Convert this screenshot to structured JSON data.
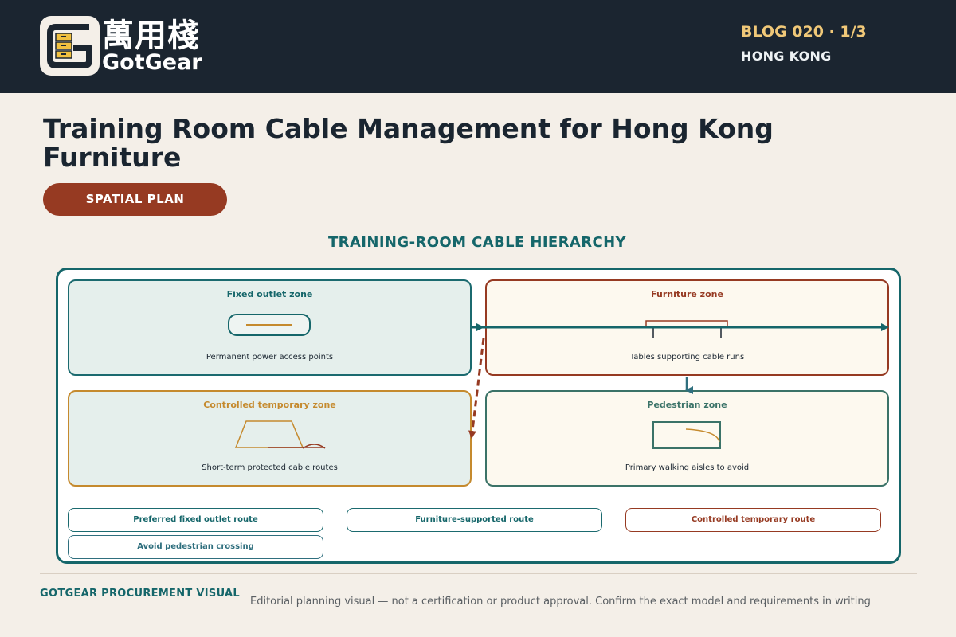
{
  "header": {
    "brand_cn": "萬用棧",
    "brand_en": "GotGear",
    "blog_number": "BLOG 020 · 1/3",
    "location": "HONG KONG"
  },
  "title": "Training Room Cable Management for Hong Kong Furniture",
  "tag": "SPATIAL PLAN",
  "diagram": {
    "title": "TRAINING-ROOM CABLE HIERARCHY",
    "zones": [
      {
        "title": "Fixed outlet zone",
        "desc": "Permanent power access points"
      },
      {
        "title": "Furniture zone",
        "desc": "Tables supporting cable runs"
      },
      {
        "title": "Controlled temporary zone",
        "desc": "Short-term protected cable routes"
      },
      {
        "title": "Pedestrian zone",
        "desc": "Primary walking aisles to avoid"
      }
    ],
    "legend": [
      "Preferred fixed outlet route",
      "Furniture-supported route",
      "Controlled temporary route",
      "Avoid pedestrian crossing"
    ]
  },
  "footer": {
    "brand": "GOTGEAR PROCUREMENT VISUAL",
    "note": "Editorial planning visual — not a certification or product approval. Confirm the exact model and requirements in writing"
  },
  "colors": {
    "header_bg": "#1b2530",
    "accent_teal": "#15666a",
    "accent_rust": "#963a22",
    "accent_gold": "#c58a2e",
    "page_bg": "#f4efe8"
  }
}
